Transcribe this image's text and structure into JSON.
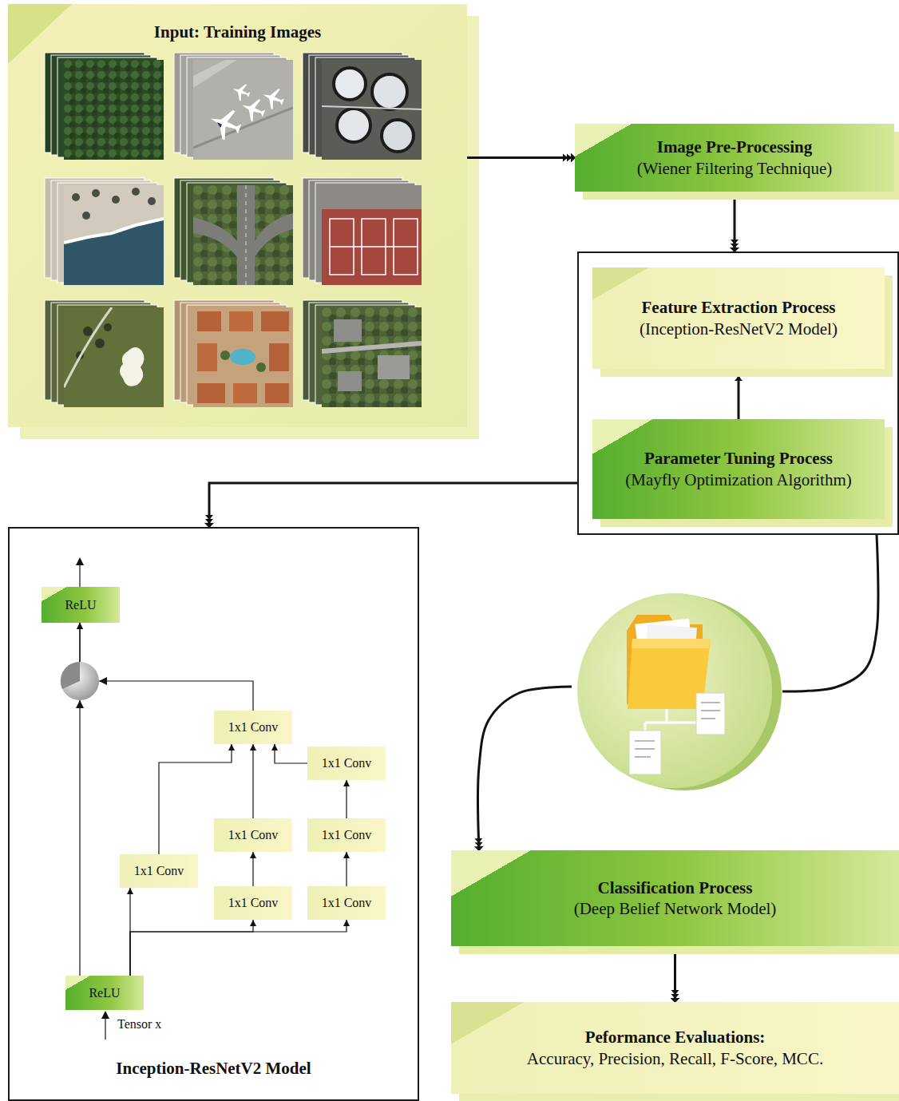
{
  "diagram": {
    "nodes": [
      {
        "text": [
          "Input: Training Images"
        ]
      },
      {
        "text": [
          "Image Pre-Processing",
          "(Wiener Filtering Technique)"
        ]
      },
      {
        "text": []
      },
      {
        "text": [
          "Feature Extraction Process",
          "(Inception-ResNetV2 Model)"
        ],
        "in": 2
      },
      {
        "text": [
          "Parameter Tuning Process",
          "(Mayfly Optimization Algorithm)"
        ],
        "in": 2
      },
      {
        "text": [
          "Inception-ResNetV2 Model"
        ]
      },
      {
        "text": [
          "ReLU"
        ],
        "in": 5
      },
      {
        "text": [
          "1x1 Conv"
        ],
        "in": 5
      },
      {
        "text": [
          "1x1 Conv"
        ],
        "in": 5
      },
      {
        "text": [
          "1x1 Conv"
        ],
        "in": 5
      },
      {
        "text": [
          "1x1 Conv"
        ],
        "in": 5
      },
      {
        "text": [
          "1x1 Conv"
        ],
        "in": 5
      },
      {
        "text": [
          "1x1 Conv"
        ],
        "in": 5
      },
      {
        "text": [
          "1x1 Conv"
        ],
        "in": 5
      },
      {
        "text": [
          "ReLU"
        ],
        "in": 5
      },
      {
        "text": [
          "Classification Process",
          "(Deep Belief Network Model)"
        ]
      },
      {
        "text": [
          "Peformance Evaluations:",
          "Accuracy, Precision, Recall, F-Score, MCC."
        ]
      }
    ],
    "edges": [
      {
        "from": 0,
        "to": 1,
        "arrow": "to"
      },
      {
        "from": 1,
        "to": 2,
        "arrow": "to"
      },
      {
        "from": 4,
        "to": 3,
        "arrow": "to"
      },
      {
        "from": 2,
        "to": 5,
        "arrow": "to"
      },
      {
        "from": 2,
        "to": 15,
        "arrow": "to"
      },
      {
        "from": 15,
        "to": 16,
        "arrow": "to"
      },
      {
        "from": 14,
        "to": 11,
        "arrow": "to"
      },
      {
        "from": 14,
        "to": 12,
        "arrow": "to"
      },
      {
        "from": 14,
        "to": 13,
        "arrow": "to"
      },
      {
        "from": 12,
        "to": 9,
        "arrow": "to"
      },
      {
        "from": 13,
        "to": 10,
        "arrow": "to"
      },
      {
        "from": 10,
        "to": 8,
        "arrow": "to"
      },
      {
        "from": 11,
        "to": 7,
        "arrow": "to"
      },
      {
        "from": 9,
        "to": 7,
        "arrow": "to"
      },
      {
        "from": 8,
        "to": 7,
        "arrow": "to"
      },
      {
        "from": 7,
        "to": 6,
        "arrow": "to"
      },
      {
        "from": 14,
        "to": 6,
        "arrow": "to"
      }
    ],
    "labels": [
      "Tensor x"
    ]
  }
}
